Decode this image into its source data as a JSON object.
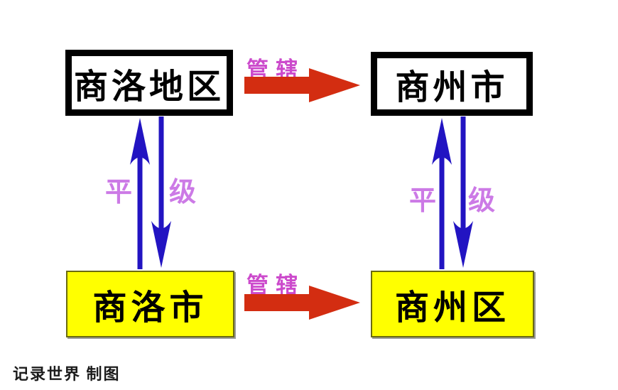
{
  "diagram": {
    "nodes": {
      "top_left": "商洛地区",
      "top_right": "商州市",
      "bottom_left": "商洛市",
      "bottom_right": "商州区"
    },
    "relations": {
      "manage_top": "管辖",
      "manage_bottom": "管辖",
      "peer_left": {
        "left_char": "平",
        "right_char": "级"
      },
      "peer_right": {
        "left_char": "平",
        "right_char": "级"
      }
    },
    "watermark": "记录世界 制图",
    "colors": {
      "background": "#ffffff",
      "box_border_black": "#000000",
      "box_fill_white": "#ffffff",
      "box_fill_yellow": "#ffff00",
      "yellow_box_border": "#6b6b10",
      "red_arrow": "#d32d11",
      "manage_label": "#cc4acc",
      "peer_label": "#cc7ae6",
      "blue_arrow": "#2214c2",
      "node_text": "#000000",
      "watermark_text": "#1c1c1c"
    },
    "icons": [
      "right-block-arrow-icon",
      "up-arrow-icon",
      "down-arrow-icon"
    ]
  }
}
